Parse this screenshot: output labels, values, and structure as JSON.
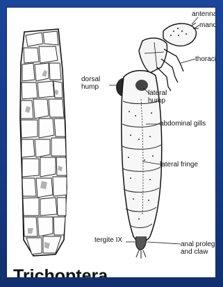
{
  "title": "Trichoptera",
  "labels": {
    "antenna": "antenna",
    "mandible": "mandib",
    "thoracic": "thoracic l",
    "dorsal_hump_1": "dorsal",
    "dorsal_hump_2": "hump",
    "lateral_hump_1": "lateral",
    "lateral_hump_2": "hump",
    "abdominal_gills": "abdominal gills",
    "lateral_fringe": "lateral fringe",
    "tergite": "tergite IX",
    "anal_proleg_1": "anal proleg",
    "anal_proleg_2": "and claw"
  },
  "colors": {
    "background": "#1b4599",
    "panel": "#ffffff",
    "ink": "#111111"
  }
}
